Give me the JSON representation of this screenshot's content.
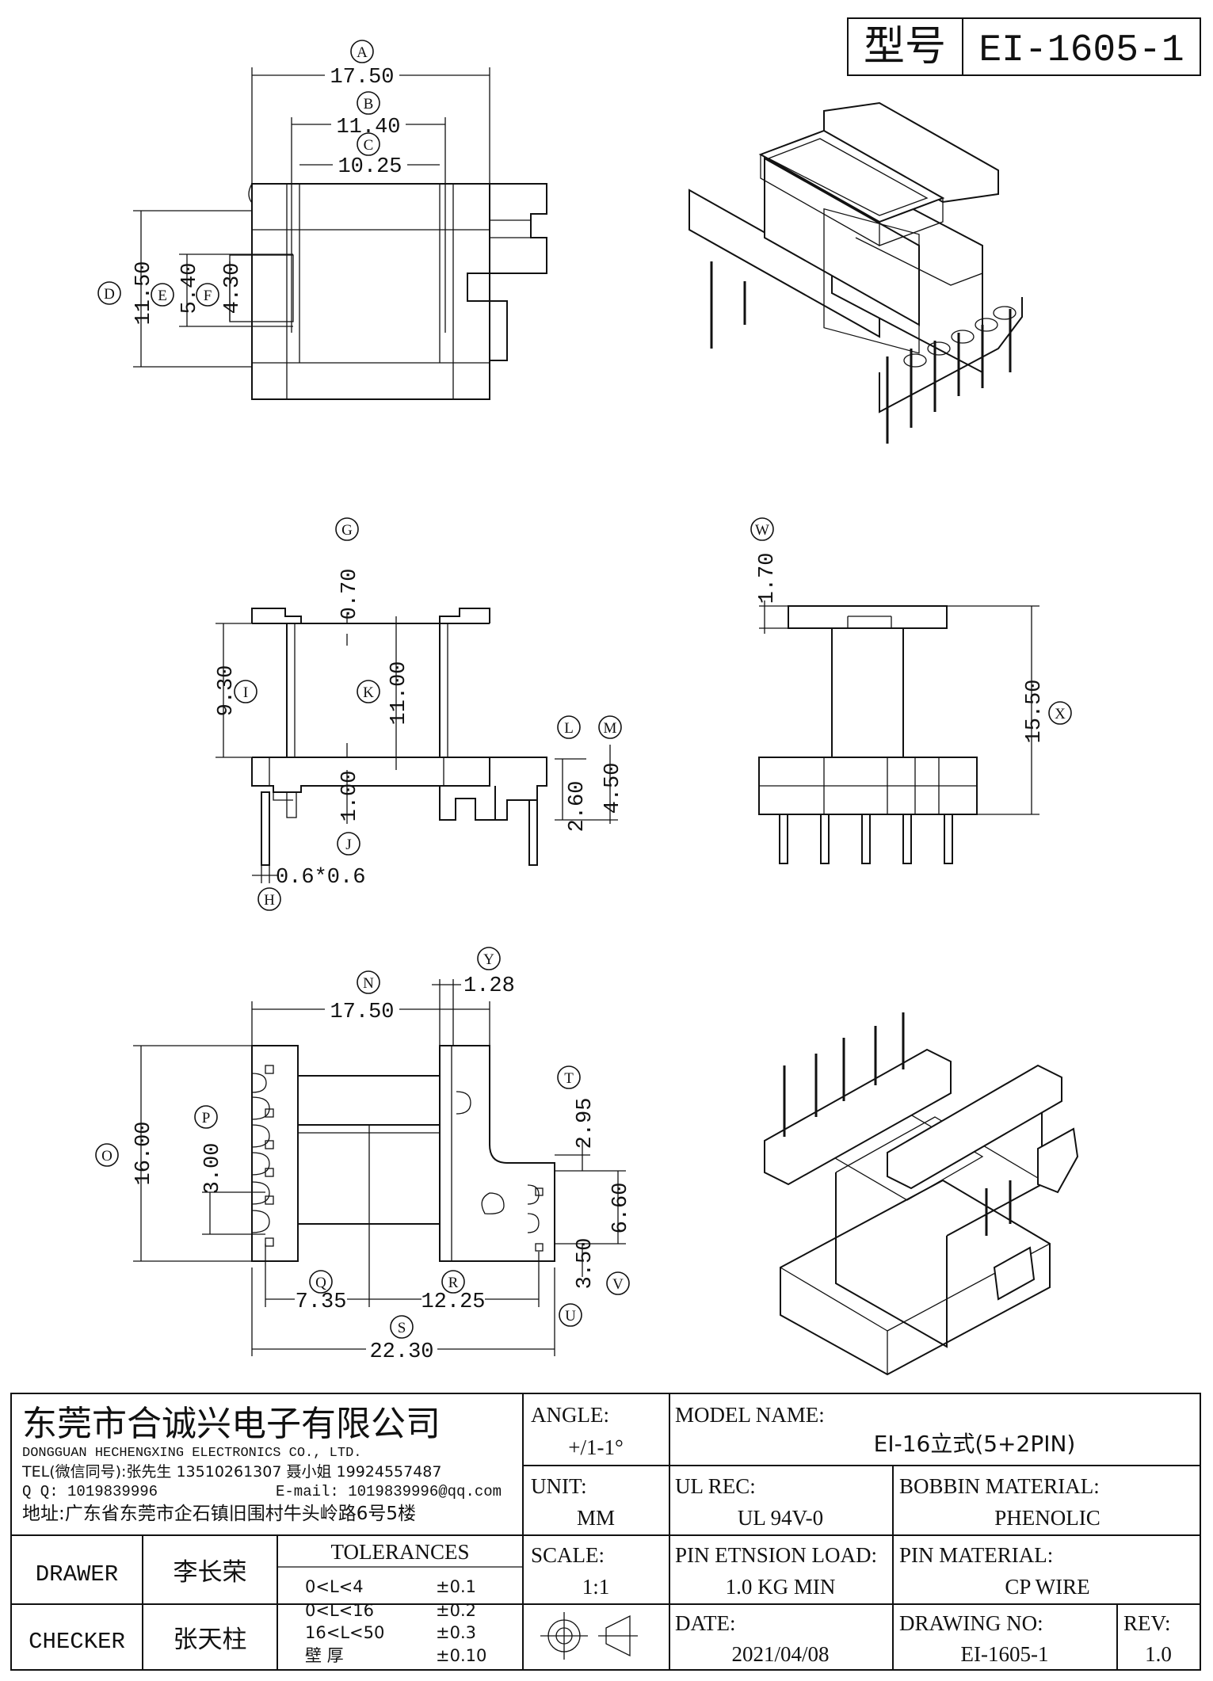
{
  "model_box": {
    "label": "型号",
    "value": "EI-1605-1"
  },
  "dims": {
    "A": "17.50",
    "B": "11.40",
    "C": "10.25",
    "D": "11.50",
    "E": "5.40",
    "F": "4.30",
    "G": "0.70",
    "I": "9.30",
    "K": "11.00",
    "J": "1.00",
    "H": "0.6*0.6",
    "L": "2.60",
    "M": "4.50",
    "W": "1.70",
    "X": "15.50",
    "N": "17.50",
    "Y": "1.28",
    "O": "16.00",
    "P": "3.00",
    "T": "2.95",
    "Q": "7.35",
    "R": "12.25",
    "S": "22.30",
    "U": "3.50",
    "V": "6.60"
  },
  "markers": [
    "A",
    "B",
    "C",
    "D",
    "E",
    "F",
    "G",
    "H",
    "I",
    "J",
    "K",
    "L",
    "M",
    "N",
    "O",
    "P",
    "Q",
    "R",
    "S",
    "T",
    "U",
    "V",
    "W",
    "X",
    "Y"
  ],
  "title_block": {
    "company_cn": "东莞市合诚兴电子有限公司",
    "company_en": "DONGGUAN HECHENGXING ELECTRONICS CO., LTD.",
    "tel": "TEL(微信同号):张先生 13510261307 聂小姐 19924557487",
    "qq": "Q Q: 1019839996",
    "email": "E-mail: 1019839996@qq.com",
    "address": "地址:广东省东莞市企石镇旧围村牛头岭路6号5楼",
    "angle_label": "ANGLE:",
    "angle_value": "+/1-1°",
    "unit_label": "UNIT:",
    "unit_value": "MM",
    "scale_label": "SCALE:",
    "scale_value": "1:1",
    "model_name_label": "MODEL NAME:",
    "model_name_value": "EI-16立式(5+2PIN)",
    "ul_label": "UL REC:",
    "ul_value": "UL 94V-0",
    "bobbin_label": "BOBBIN MATERIAL:",
    "bobbin_value": "PHENOLIC",
    "pin_load_label": "PIN ETNSION LOAD:",
    "pin_load_value": "1.0 KG MIN",
    "pin_mat_label": "PIN MATERIAL:",
    "pin_mat_value": "CP WIRE",
    "date_label": "DATE:",
    "date_value": "2021/04/08",
    "drawing_no_label": "DRAWING NO:",
    "drawing_no_value": "EI-1605-1",
    "rev_label": "REV:",
    "rev_value": "1.0",
    "drawer_label": "DRAWER",
    "drawer_value": "李长荣",
    "checker_label": "CHECKER",
    "checker_value": "张天柱",
    "tolerances_label": "TOLERANCES",
    "tolerances": [
      {
        "range": "0<L<4",
        "tol": "±0.1"
      },
      {
        "range": "0<L<16",
        "tol": "±0.2"
      },
      {
        "range": "16<L<50",
        "tol": "±0.3"
      },
      {
        "range": "壁  厚",
        "tol": "±0.10"
      }
    ]
  }
}
